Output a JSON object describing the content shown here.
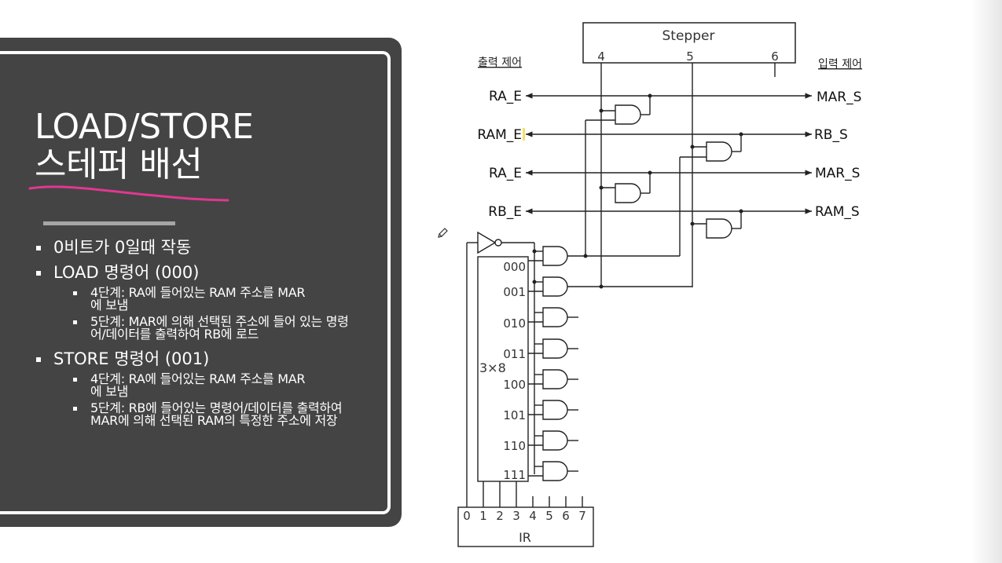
{
  "slide": {
    "title_line1": "LOAD/STORE",
    "title_line2": "스테퍼 배선",
    "bullets": [
      {
        "text": "0비트가 0일때 작동",
        "sub": []
      },
      {
        "text": "LOAD 명령어 (000)",
        "sub": [
          "4단계: RA에 들어있는 RAM 주소를 MAR에 보냄",
          "5단계: MAR에 의해 선택된 주소에 들어 있는 명령어/데이터를 출력하여 RB에 로드"
        ]
      },
      {
        "text": "STORE 명령어 (001)",
        "sub": [
          "4단계: RA에 들어있는 RAM 주소를 MAR에 보냄",
          "5단계: RB에 들어있는 명령어/데이터를 출력하여 MAR에 의해 선택된 RAM의 특정한 주소에 저장"
        ]
      }
    ]
  },
  "diagram": {
    "stepper_label": "Stepper",
    "stepper_steps": [
      "4",
      "5",
      "6"
    ],
    "output_control_label": "출력 제어",
    "input_control_label": "입력 제어",
    "enable_signals": [
      "RA_E",
      "RAM_E",
      "RA_E",
      "RB_E"
    ],
    "set_signals": [
      "MAR_S",
      "RB_S",
      "MAR_S",
      "RAM_S"
    ],
    "decoder_label": "3×8",
    "decoder_outputs": [
      "000",
      "001",
      "010",
      "011",
      "100",
      "101",
      "110",
      "111"
    ],
    "ir_label": "IR",
    "ir_bits": [
      "0",
      "1",
      "2",
      "3",
      "4",
      "5",
      "6",
      "7"
    ]
  },
  "colors": {
    "panel_background": "#444444",
    "title_underline": "#e0388f",
    "accent_bar": "#a6a6a6",
    "highlight": "#f2e06b"
  },
  "icons": [
    "pencil-icon"
  ]
}
